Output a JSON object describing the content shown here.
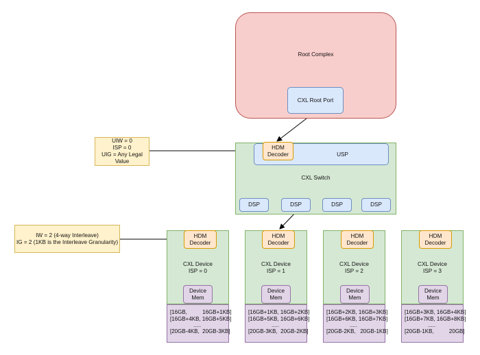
{
  "root_complex": {
    "label": "Root Complex",
    "port_label": "CXL Root Port"
  },
  "switch": {
    "label": "CXL Switch",
    "usp_label": "USP",
    "hdm_label": "HDM Decoder",
    "dsp_labels": [
      "DSP",
      "DSP",
      "DSP",
      "DSP"
    ]
  },
  "switch_note": [
    "UIW = 0",
    "ISP = 0",
    "UIG = Any Legal",
    "Value"
  ],
  "device_note": [
    "IW = 2 (4-way Interleave)",
    "IG = 2 (1KB is the Interleave Granularity)"
  ],
  "devices": [
    {
      "hdm_label": "HDM Decoder",
      "title": "CXL Device",
      "isp": "ISP = 0",
      "mem_label": "Device Mem",
      "ranges": [
        "[16GB,          16GB+1KB]",
        "[16GB+4KB, 16GB+5KB]",
        ".....",
        "[20GB-4KB,  20GB-3KB]"
      ]
    },
    {
      "hdm_label": "HDM Decoder",
      "title": "CXL Device",
      "isp": "ISP = 1",
      "mem_label": "Device Mem",
      "ranges": [
        "[16GB+1KB, 16GB+2KB]",
        "[16GB+5KB, 16GB+6KB]",
        ".....",
        "[20GB-3KB,  20GB-2KB]"
      ]
    },
    {
      "hdm_label": "HDM Decoder",
      "title": "CXL Device",
      "isp": "ISP = 2",
      "mem_label": "Device Mem",
      "ranges": [
        "[16GB+2KB, 16GB+3KB]",
        "[16GB+6KB, 16GB+7KB]",
        ".....",
        "[20GB-2KB,   20GB-1KB]"
      ]
    },
    {
      "hdm_label": "HDM Decoder",
      "title": "CXL Device",
      "isp": "ISP = 3",
      "mem_label": "Device Mem",
      "ranges": [
        "[16GB+3KB, 16GB+4KB]",
        "[16GB+7KB, 16GB+8KB]",
        ".....",
        "[20GB-1KB,          20GB]"
      ]
    }
  ]
}
